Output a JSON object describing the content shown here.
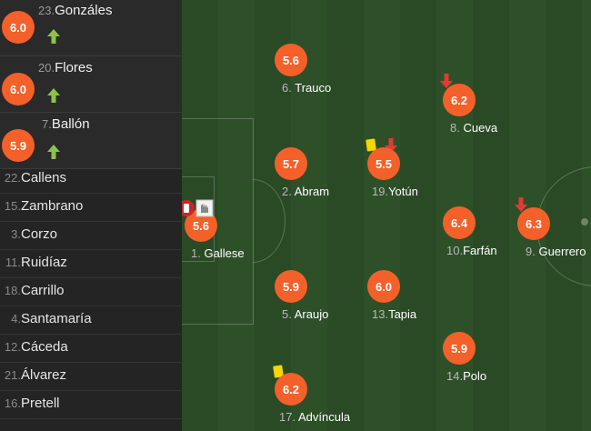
{
  "substitutes_in": [
    {
      "number": "23.",
      "name": "Gonzáles",
      "rating": "6.0"
    },
    {
      "number": "20.",
      "name": "Flores",
      "rating": "6.0"
    },
    {
      "number": "7.",
      "name": "Ballón",
      "rating": "5.9"
    }
  ],
  "bench": [
    {
      "number": "22.",
      "name": "Callens"
    },
    {
      "number": "15.",
      "name": "Zambrano"
    },
    {
      "number": "3.",
      "name": "Corzo"
    },
    {
      "number": "11.",
      "name": "Ruidíaz"
    },
    {
      "number": "18.",
      "name": "Carrillo"
    },
    {
      "number": "4.",
      "name": "Santamaría"
    },
    {
      "number": "12.",
      "name": "Cáceda"
    },
    {
      "number": "21.",
      "name": "Álvarez"
    },
    {
      "number": "16.",
      "name": "Pretell"
    }
  ],
  "players": [
    {
      "number": "1.",
      "name": "Gallese",
      "rating": "5.6"
    },
    {
      "number": "6.",
      "name": "Trauco",
      "rating": "5.6"
    },
    {
      "number": "2.",
      "name": "Abram",
      "rating": "5.7"
    },
    {
      "number": "5.",
      "name": "Araujo",
      "rating": "5.9"
    },
    {
      "number": "17.",
      "name": "Advíncula",
      "rating": "6.2"
    },
    {
      "number": "19.",
      "name": "Yotún",
      "rating": "5.5"
    },
    {
      "number": "13.",
      "name": "Tapia",
      "rating": "6.0"
    },
    {
      "number": "8.",
      "name": "Cueva",
      "rating": "6.2"
    },
    {
      "number": "10.",
      "name": "Farfán",
      "rating": "6.4"
    },
    {
      "number": "14.",
      "name": "Polo",
      "rating": "5.9"
    },
    {
      "number": "9.",
      "name": "Guerrero",
      "rating": "6.3"
    }
  ],
  "colors": {
    "rating_badge": "#f4602a",
    "sub_in": "#8bc34a",
    "sub_out": "#e53935",
    "yellow_card": "#f5d800"
  }
}
